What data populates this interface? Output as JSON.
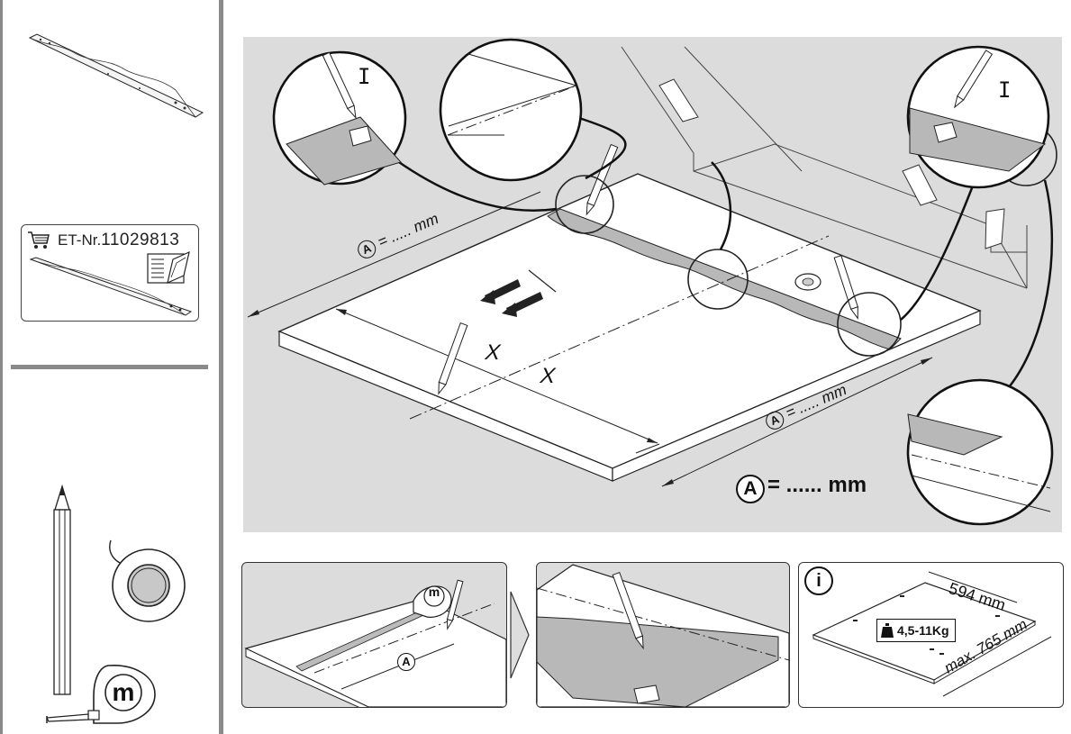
{
  "sidebar": {
    "part_label": "ET-Nr.",
    "part_number": "11029813",
    "tape_measure_letter": "m"
  },
  "main_figure": {
    "measure_text": "= ...... mm",
    "measure_letter": "A",
    "dim_label_small": "= ..... mm",
    "cross_label": "X",
    "inset_label": "I"
  },
  "bottom": {
    "step1_letter": "A",
    "step1_tape_letter": "m",
    "info_letter": "i",
    "width_label": "594 mm",
    "depth_label": "max. 765 mm",
    "weight_label": "4,5-11Kg"
  }
}
